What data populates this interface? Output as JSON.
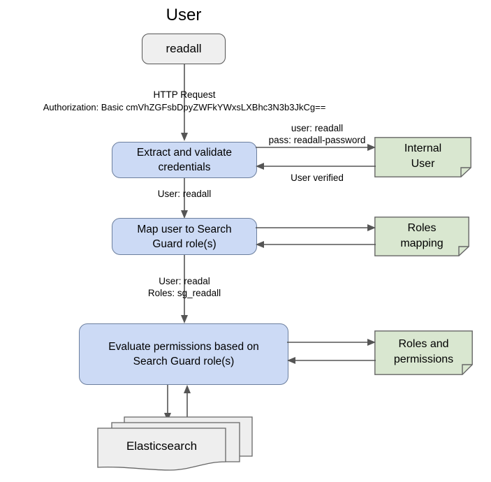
{
  "diagram": {
    "title": "User",
    "type": "flowchart",
    "colors": {
      "process_fill": "#ccdaf5",
      "process_stroke": "#6c7f9e",
      "note_fill": "#d9e7d0",
      "note_stroke": "#666666",
      "node_fill": "#efefef",
      "node_stroke": "#555555",
      "connector": "#555555",
      "document_fill": "#eeeeee"
    },
    "nodes": {
      "user_node": "readall",
      "process_1": "Extract and validate credentials",
      "process_1_line1": "Extract and validate",
      "process_1_line2": "credentials",
      "process_2_line1": "Map user to Search",
      "process_2_line2": "Guard role(s)",
      "process_3_line1": "Evaluate permissions based on",
      "process_3_line2": "Search Guard role(s)",
      "note_1_line1": "Internal",
      "note_1_line2": "User",
      "note_2_line1": "Roles",
      "note_2_line2": "mapping",
      "note_3_line1": "Roles and",
      "note_3_line2": "permissions",
      "datastore": "Elasticsearch"
    },
    "edge_labels": {
      "http_request": "HTTP Request",
      "authorization": "Authorization: Basic cmVhZGFsbDpyZWFkYWxsLXBhc3N3b3JkCg==",
      "creds_user": "user: readall",
      "creds_pass": "pass: readall-password",
      "user_verified": "User verified",
      "user_readall": "User: readall",
      "user_readal": "User: readal",
      "roles_sg_readall": "Roles: sg_readall"
    }
  }
}
